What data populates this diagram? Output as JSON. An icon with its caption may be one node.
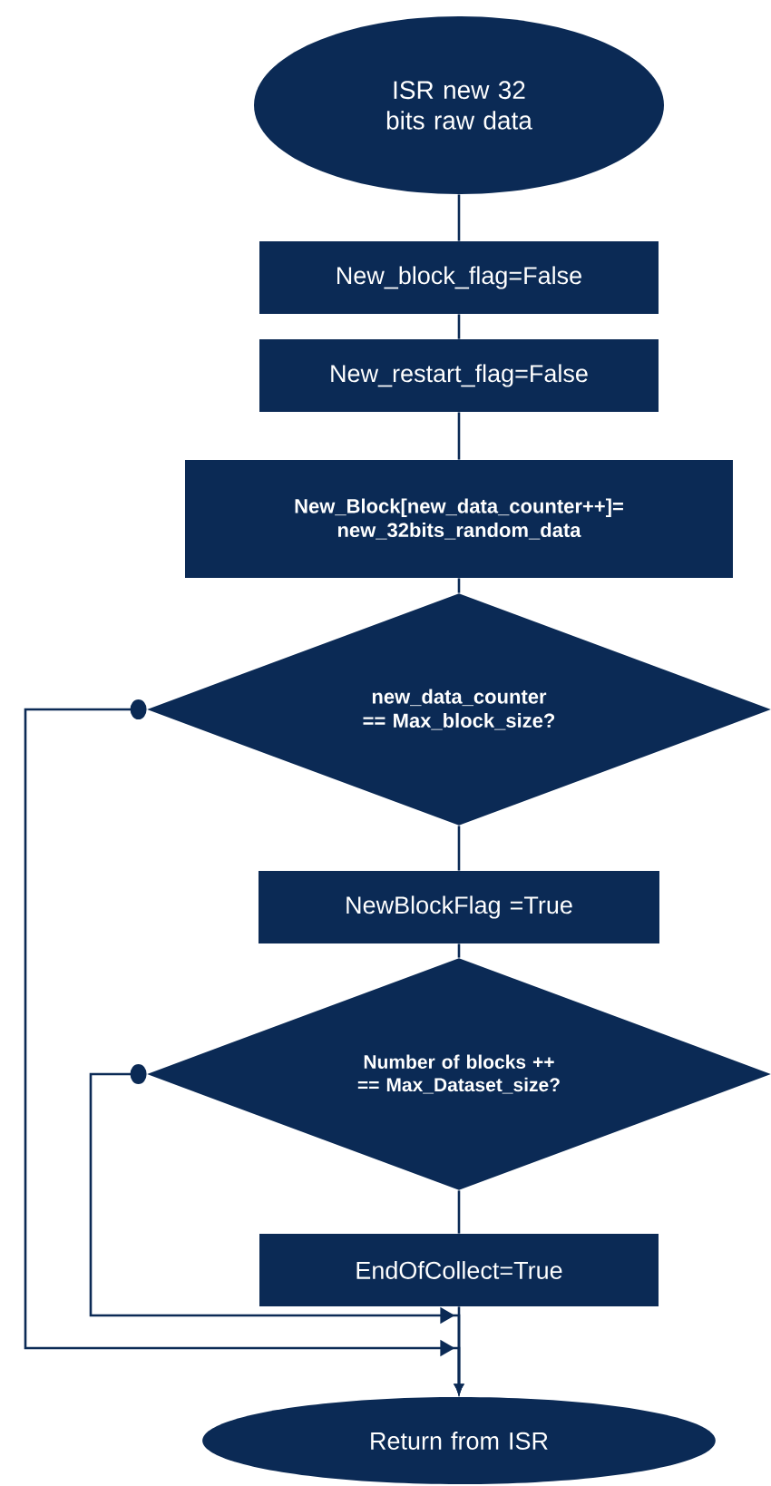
{
  "diagram": {
    "nodes": [
      {
        "text": [
          "ISR new 32 bits raw data"
        ]
      },
      {
        "text": [
          "New_block_flag=False"
        ]
      },
      {
        "text": [
          "New_restart_flag=False"
        ]
      },
      {
        "text": [
          "New_Block[new_data_counter++]= new_32bits_random_data"
        ]
      },
      {
        "text": [
          "new_data_counter == Max_block_size?"
        ]
      },
      {
        "text": [
          "NewBlockFlag =True"
        ]
      },
      {
        "text": [
          "Number of blocks ++ == Max_Dataset_size?"
        ]
      },
      {
        "text": [
          "EndOfCollect=True"
        ]
      },
      {
        "text": [
          "Return from ISR"
        ]
      }
    ],
    "edges": [
      {
        "from": 0,
        "to": 1,
        "arrow": "none"
      },
      {
        "from": 1,
        "to": 2,
        "arrow": "none"
      },
      {
        "from": 2,
        "to": 3,
        "arrow": "none"
      },
      {
        "from": 3,
        "to": 4,
        "arrow": "none"
      },
      {
        "from": 4,
        "to": 5,
        "arrow": "none"
      },
      {
        "from": 5,
        "to": 6,
        "arrow": "none"
      },
      {
        "from": 6,
        "to": 7,
        "arrow": "none"
      },
      {
        "from": 7,
        "to": 8,
        "arrow": "to"
      },
      {
        "from": 4,
        "to": 8,
        "arrow": "to"
      },
      {
        "from": 6,
        "to": 8,
        "arrow": "to"
      }
    ]
  }
}
